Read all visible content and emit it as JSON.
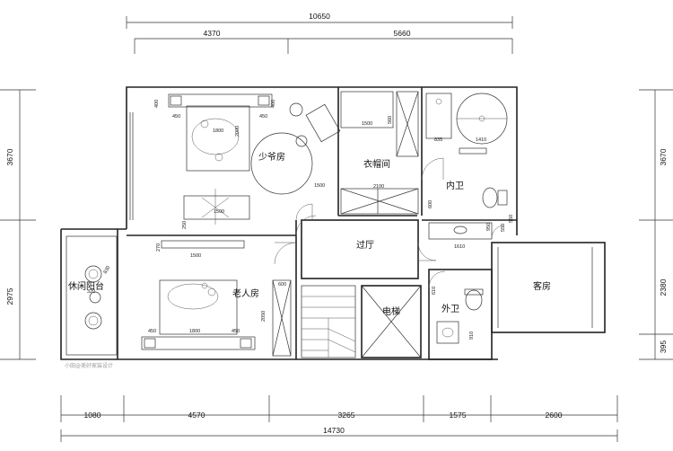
{
  "dimensions": {
    "top_total": "10650",
    "top_a": "4370",
    "top_b": "5660",
    "bottom_total": "14730",
    "bottom_a": "1080",
    "bottom_b": "4570",
    "bottom_c": "3265",
    "bottom_d": "1575",
    "bottom_e": "2600",
    "left_a": "3670",
    "left_b": "2975",
    "right_a": "3670",
    "right_b": "2380",
    "right_c": "395"
  },
  "rooms": {
    "young_master": "少爷房",
    "cloakroom": "衣帽间",
    "inner_bath": "内卫",
    "hallway": "过厅",
    "leisure": "休闲阳台",
    "elderly": "老人房",
    "elevator": "电梯",
    "outer_bath": "外卫",
    "guest": "客房"
  },
  "small_dims": {
    "d400a": "400",
    "d450a": "450",
    "d450b": "450",
    "d1800a": "1800",
    "d2000a": "2000",
    "d1500a": "1500",
    "d1500b": "1500",
    "d1550": "1500",
    "d2100": "2100",
    "d835": "835",
    "d1410": "1410",
    "d600a": "600",
    "d550": "550",
    "d1610": "1610",
    "d550b": "550",
    "d1500c": "1500",
    "d950": "950",
    "d600b": "600",
    "d2050": "2050",
    "d450c": "450",
    "d1800b": "1800",
    "d450d": "450",
    "d400b": "400",
    "d610": "610",
    "d910": "910",
    "d320": "320",
    "d560": "560",
    "d830": "830",
    "d250": "250",
    "d270": "270"
  },
  "watermark": "小田@美好家装设计"
}
